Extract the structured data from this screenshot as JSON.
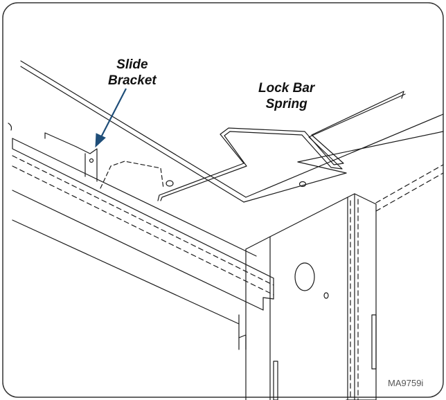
{
  "labels": {
    "slide_bracket_line1": "Slide",
    "slide_bracket_line2": "Bracket",
    "lock_bar_spring_line1": "Lock Bar",
    "lock_bar_spring_line2": "Spring"
  },
  "figure_code": "MA9759i",
  "colors": {
    "line": "#1a1a1a",
    "arrow": "#1f4e79",
    "border": "#333333",
    "background": "#ffffff"
  }
}
